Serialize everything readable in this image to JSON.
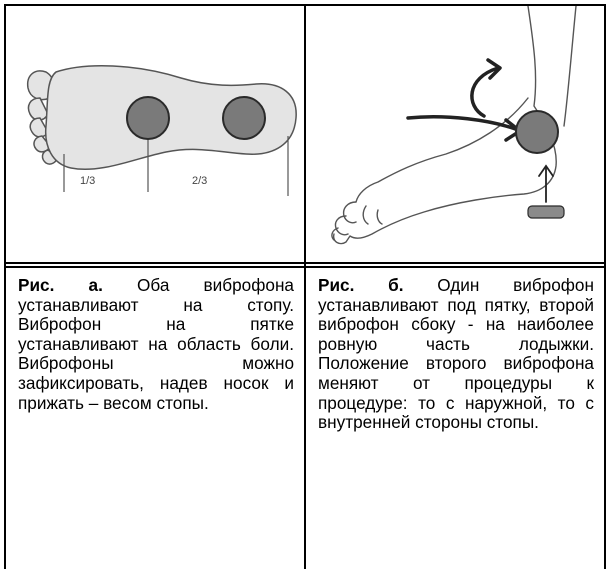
{
  "figures": {
    "a": {
      "labels": {
        "one_third": "1/3",
        "two_thirds": "2/3"
      }
    },
    "b": {}
  },
  "captions": {
    "a": {
      "prefix": "Рис. а.",
      "text": " Оба виброфона устанавливают на стопу. Виброфон на пятке устанавливают на область боли. Виброфоны можно зафиксировать, надев носок и прижать – весом стопы."
    },
    "b": {
      "prefix": "Рис. б.",
      "text": " Один виброфон устанавливают под пятку, второй виброфон сбоку - на наиболее ровную часть лодыжки. Положение второго виброфона меняют от процедуры к процедуре: то с наружной, то с внутренней стороны стопы."
    }
  },
  "colors": {
    "vibrophone_fill": "#7a7a7a",
    "vibrophone_stroke": "#2a2a2a",
    "sole_fill": "#e4e4e4",
    "foot_outline": "#555555",
    "pad_fill": "#8a8a8a"
  }
}
